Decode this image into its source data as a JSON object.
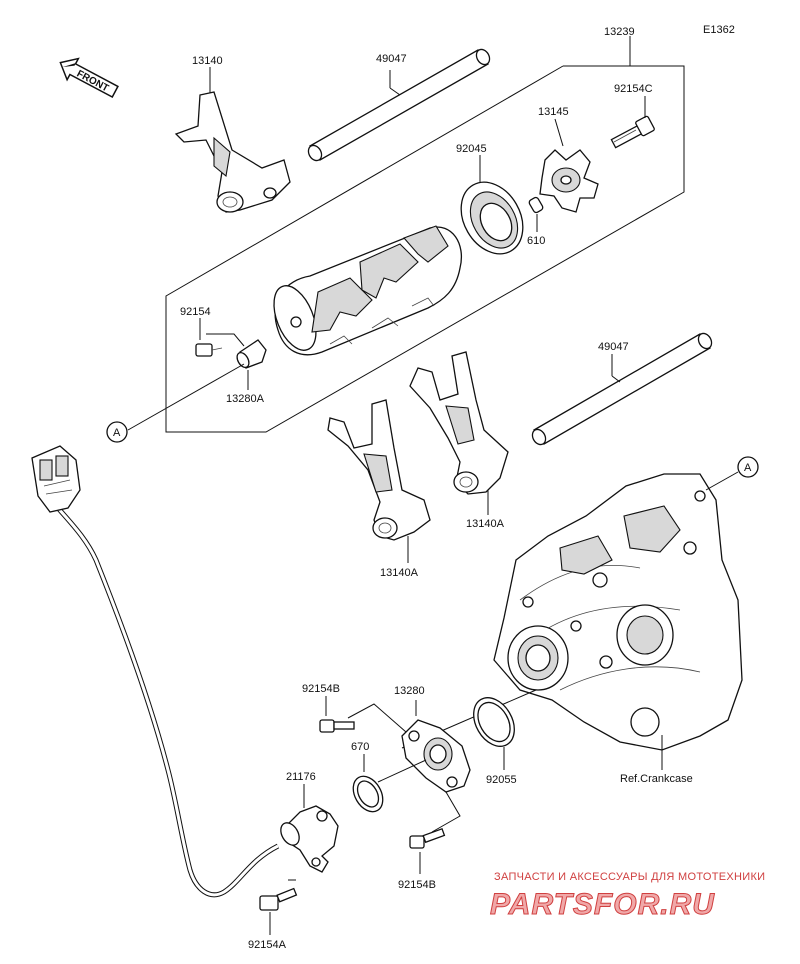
{
  "diagram_code": "E1362",
  "front_label": "FRONT",
  "ref_circle": "A",
  "ref_circle_2": "A",
  "ref_crankcase": "Ref.Crankcase",
  "parts": {
    "p13140": "13140",
    "p49047_top": "49047",
    "p13239": "13239",
    "p13145": "13145",
    "p92154C": "92154C",
    "p92045": "92045",
    "p610": "610",
    "p92154": "92154",
    "p13280A": "13280A",
    "p49047_mid": "49047",
    "p13140A_right": "13140A",
    "p13140A_left": "13140A",
    "p92154B_top": "92154B",
    "p13280": "13280",
    "p670": "670",
    "p92055": "92055",
    "p21176": "21176",
    "p92154B_bot": "92154B",
    "p92154A": "92154A"
  },
  "watermark": {
    "top": "ЗАПЧАСТИ И АКСЕССУАРЫ ДЛЯ МОТОТЕХНИКИ",
    "brand": "PARTSFOR.RU"
  }
}
